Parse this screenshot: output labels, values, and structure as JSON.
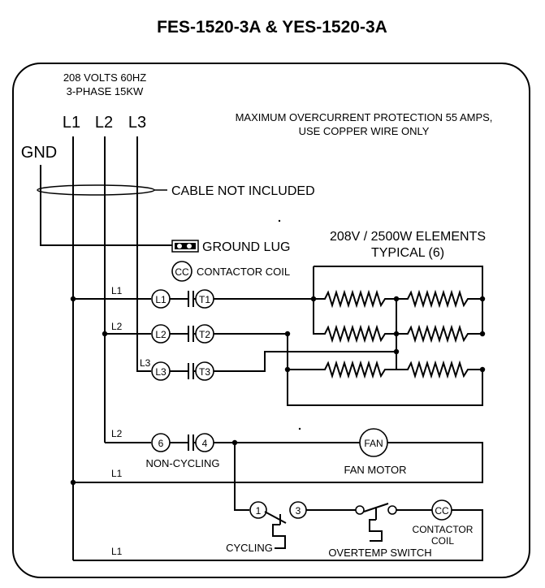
{
  "title": "FES-1520-3A & YES-1520-3A",
  "supply": {
    "line1": "208 VOLTS 60HZ",
    "line2": "3-PHASE 15KW"
  },
  "lines": {
    "l1": "L1",
    "l2": "L2",
    "l3": "L3",
    "gnd": "GND"
  },
  "notes": {
    "protection1": "MAXIMUM OVERCURRENT PROTECTION 55 AMPS,",
    "protection2": "USE COPPER WIRE ONLY",
    "cable": "CABLE NOT INCLUDED",
    "ground_lug": "GROUND LUG",
    "elements1": "208V / 2500W ELEMENTS",
    "elements2": "TYPICAL (6)"
  },
  "contactor": {
    "coil_symbol": "CC",
    "coil_label": "CONTACTOR COIL",
    "terminals": [
      "L1",
      "L2",
      "L3",
      "T1",
      "T2",
      "T3"
    ]
  },
  "wire_labels": {
    "l1": "L1",
    "l2": "L2",
    "l3": "L3"
  },
  "fan_circuit": {
    "terminal_a": "6",
    "terminal_b": "4",
    "switch_label": "NON-CYCLING",
    "fan_symbol": "FAN",
    "fan_label": "FAN MOTOR"
  },
  "control_circuit": {
    "terminal_a": "1",
    "terminal_b": "3",
    "cycling_label": "CYCLING",
    "overtemp_label": "OVERTEMP SWITCH",
    "coil_symbol": "CC",
    "coil_label1": "CONTACTOR",
    "coil_label2": "COIL"
  }
}
